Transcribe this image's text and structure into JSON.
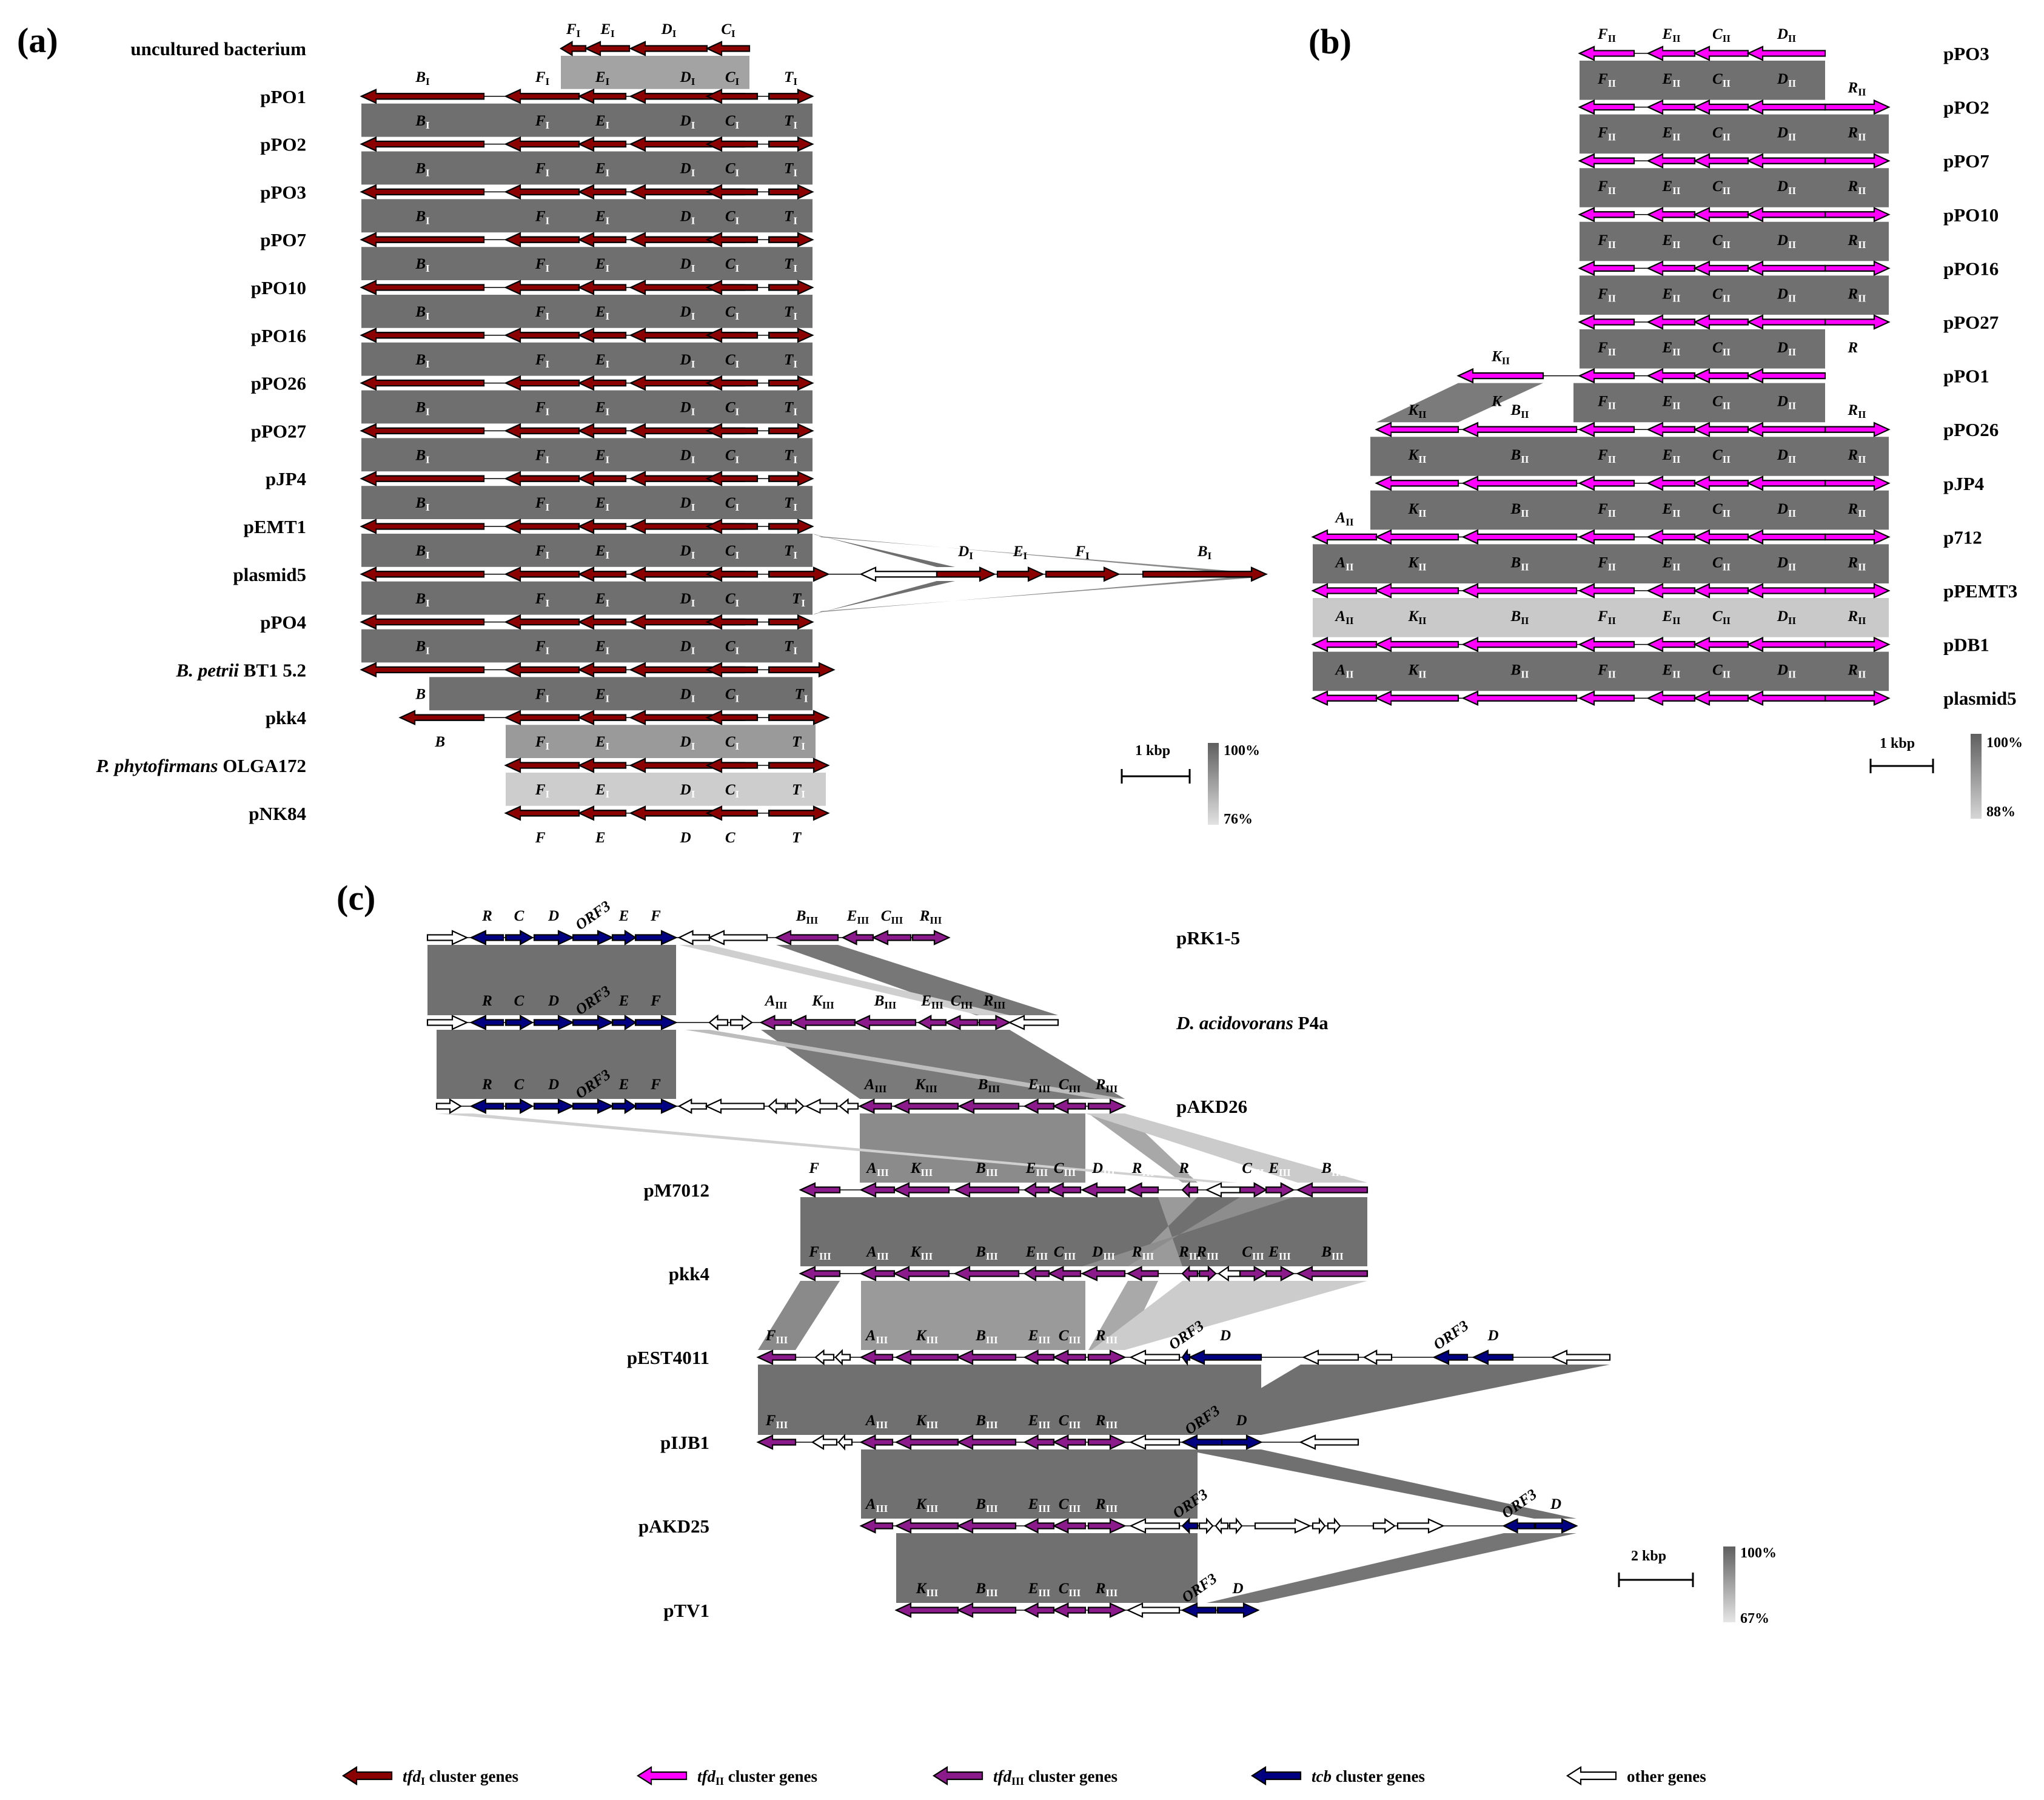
{
  "colors": {
    "tfdI": "#8b0000",
    "tfdII": "#ff00ff",
    "tfdIII": "#8b1a8b",
    "tcb": "#000080",
    "other": "#ffffff",
    "link": "#707070",
    "outline": "#000000"
  },
  "panels": {
    "a": "(a)",
    "b": "(b)",
    "c": "(c)"
  },
  "panel_a": {
    "labels": [
      {
        "text": "uncultured bacterium",
        "italic": false
      },
      {
        "text": "pPO1",
        "italic": false
      },
      {
        "text": "pPO2",
        "italic": false
      },
      {
        "text": "pPO3",
        "italic": false
      },
      {
        "text": "pPO7",
        "italic": false
      },
      {
        "text": "pPO10",
        "italic": false
      },
      {
        "text": "pPO16",
        "italic": false
      },
      {
        "text": "pPO26",
        "italic": false
      },
      {
        "text": "pPO27",
        "italic": false
      },
      {
        "text": "pJP4",
        "italic": false
      },
      {
        "text": "pEMT1",
        "italic": false
      },
      {
        "text": "plasmid5",
        "italic": false
      },
      {
        "text": "pPO4",
        "italic": false
      },
      {
        "text": "B. petrii",
        "italic": true,
        "suffix": " BT1 5.2"
      },
      {
        "text": "pkk4",
        "italic": false
      },
      {
        "text": "P. phytofirmans",
        "italic": true,
        "suffix": " OLGA172"
      },
      {
        "text": "pNK84",
        "italic": false
      }
    ],
    "gene_names": {
      "B": "B",
      "F": "F",
      "E": "E",
      "D": "D",
      "C": "C",
      "T": "T"
    },
    "subscript": "I",
    "scale": {
      "label": "1 kbp",
      "max": "100%",
      "min": "76%"
    }
  },
  "panel_b": {
    "labels": [
      "pPO3",
      "pPO2",
      "pPO7",
      "pPO10",
      "pPO16",
      "pPO27",
      "pPO1",
      "pPO26",
      "pJP4",
      "p712",
      "pPEMT3",
      "pDB1",
      "plasmid5"
    ],
    "gene_names": {
      "A": "A",
      "K": "K",
      "B": "B",
      "F": "F",
      "E": "E",
      "C": "C",
      "D": "D",
      "R": "R"
    },
    "subscript": "II",
    "scale": {
      "label": "1 kbp",
      "max": "100%",
      "min": "88%"
    }
  },
  "panel_c": {
    "labels": [
      {
        "text": "pRK1-5",
        "italic": false,
        "side": "right"
      },
      {
        "text": "D. acidovorans",
        "italic": true,
        "suffix": " P4a",
        "side": "right"
      },
      {
        "text": "pAKD26",
        "italic": false,
        "side": "right"
      },
      {
        "text": "pM7012",
        "italic": false,
        "side": "left"
      },
      {
        "text": "pkk4",
        "italic": false,
        "side": "left"
      },
      {
        "text": "pEST4011",
        "italic": false,
        "side": "left"
      },
      {
        "text": "pIJB1",
        "italic": false,
        "side": "left"
      },
      {
        "text": "pAKD25",
        "italic": false,
        "side": "left"
      },
      {
        "text": "pTV1",
        "italic": false,
        "side": "left"
      }
    ],
    "gene_names": {
      "R": "R",
      "C": "C",
      "D": "D",
      "ORF3": "ORF3",
      "E": "E",
      "F": "F",
      "A": "A",
      "K": "K",
      "B": "B"
    },
    "subscript": "III",
    "scale": {
      "label": "2 kbp",
      "max": "100%",
      "min": "67%"
    }
  },
  "legend": [
    {
      "type": "tfdI",
      "prefix": "tfd",
      "sub": "I",
      "text": " cluster genes"
    },
    {
      "type": "tfdII",
      "prefix": "tfd",
      "sub": "II",
      "text": " cluster genes"
    },
    {
      "type": "tfdIII",
      "prefix": "tfd",
      "sub": "III",
      "text": " cluster genes"
    },
    {
      "type": "tcb",
      "prefix": "tcb",
      "sub": "",
      "text": " cluster genes"
    },
    {
      "type": "other",
      "prefix": "",
      "sub": "",
      "text": "other genes"
    }
  ]
}
